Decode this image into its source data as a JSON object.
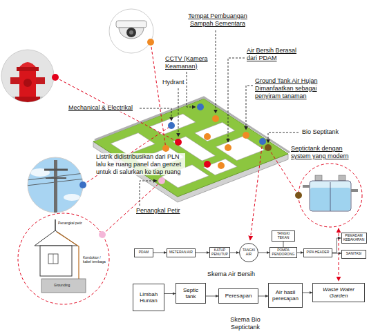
{
  "diagram": {
    "nodes": [
      {
        "text": [
          "PDAM"
        ]
      },
      {
        "text": [
          "METERAN AIR"
        ]
      },
      {
        "text": [
          "KATUP PENUTUP"
        ]
      },
      {
        "text": [
          "TANGKI AIR"
        ]
      },
      {
        "text": [
          "TANGKI TEKAN"
        ]
      },
      {
        "text": [
          "POMPA PENDORONG"
        ]
      },
      {
        "text": [
          "PIPA HEADER"
        ]
      },
      {
        "text": [
          "PEMADAM KEBAKARAN"
        ]
      },
      {
        "text": [
          "SANITASI"
        ]
      },
      {
        "text": [
          "Limbah Hunian"
        ]
      },
      {
        "text": [
          "Septic tank"
        ]
      },
      {
        "text": [
          "Peresapan"
        ]
      },
      {
        "text": [
          "Air hasil peresapan"
        ]
      },
      {
        "text": [
          "Waste Water Garden"
        ]
      }
    ],
    "edges": [
      {
        "from": 0,
        "to": 1,
        "arrow": "to"
      },
      {
        "from": 1,
        "to": 2,
        "arrow": "to"
      },
      {
        "from": 2,
        "to": 3,
        "arrow": "to"
      },
      {
        "from": 3,
        "to": 5,
        "arrow": "to"
      },
      {
        "from": 4,
        "to": 5,
        "arrow": "none"
      },
      {
        "from": 5,
        "to": 6,
        "arrow": "to"
      },
      {
        "from": 6,
        "to": 7,
        "arrow": "to"
      },
      {
        "from": 6,
        "to": 8,
        "arrow": "to"
      },
      {
        "from": 9,
        "to": 10,
        "arrow": "to"
      },
      {
        "from": 10,
        "to": 11,
        "arrow": "to"
      },
      {
        "from": 11,
        "to": 12,
        "arrow": "to"
      },
      {
        "from": 12,
        "to": 13,
        "arrow": "to"
      }
    ],
    "labels": [
      "Tempat Pembuangan Sampah Sementara",
      "CCTV (Kamera Keamanan)",
      "Air Bersih Berasal dari PDAM",
      "Hydrant",
      "Ground Tank Air Hujan Dimanfaatkan sebagai penyiram tanaman",
      "Mechanical & Electrikal",
      "Bio Septitank",
      "Listrik didistribusikan dari PLN lalu ke ruang panel dan genzet untuk di salurkan ke tiap ruang",
      "Septictank dengan system yang modern",
      "Penangkal Petir",
      "Penangkal petir",
      "Konduktor / kabel tembaga",
      "Grounding",
      "Skema Air Bersih",
      "Skema Bio Septictank"
    ]
  }
}
